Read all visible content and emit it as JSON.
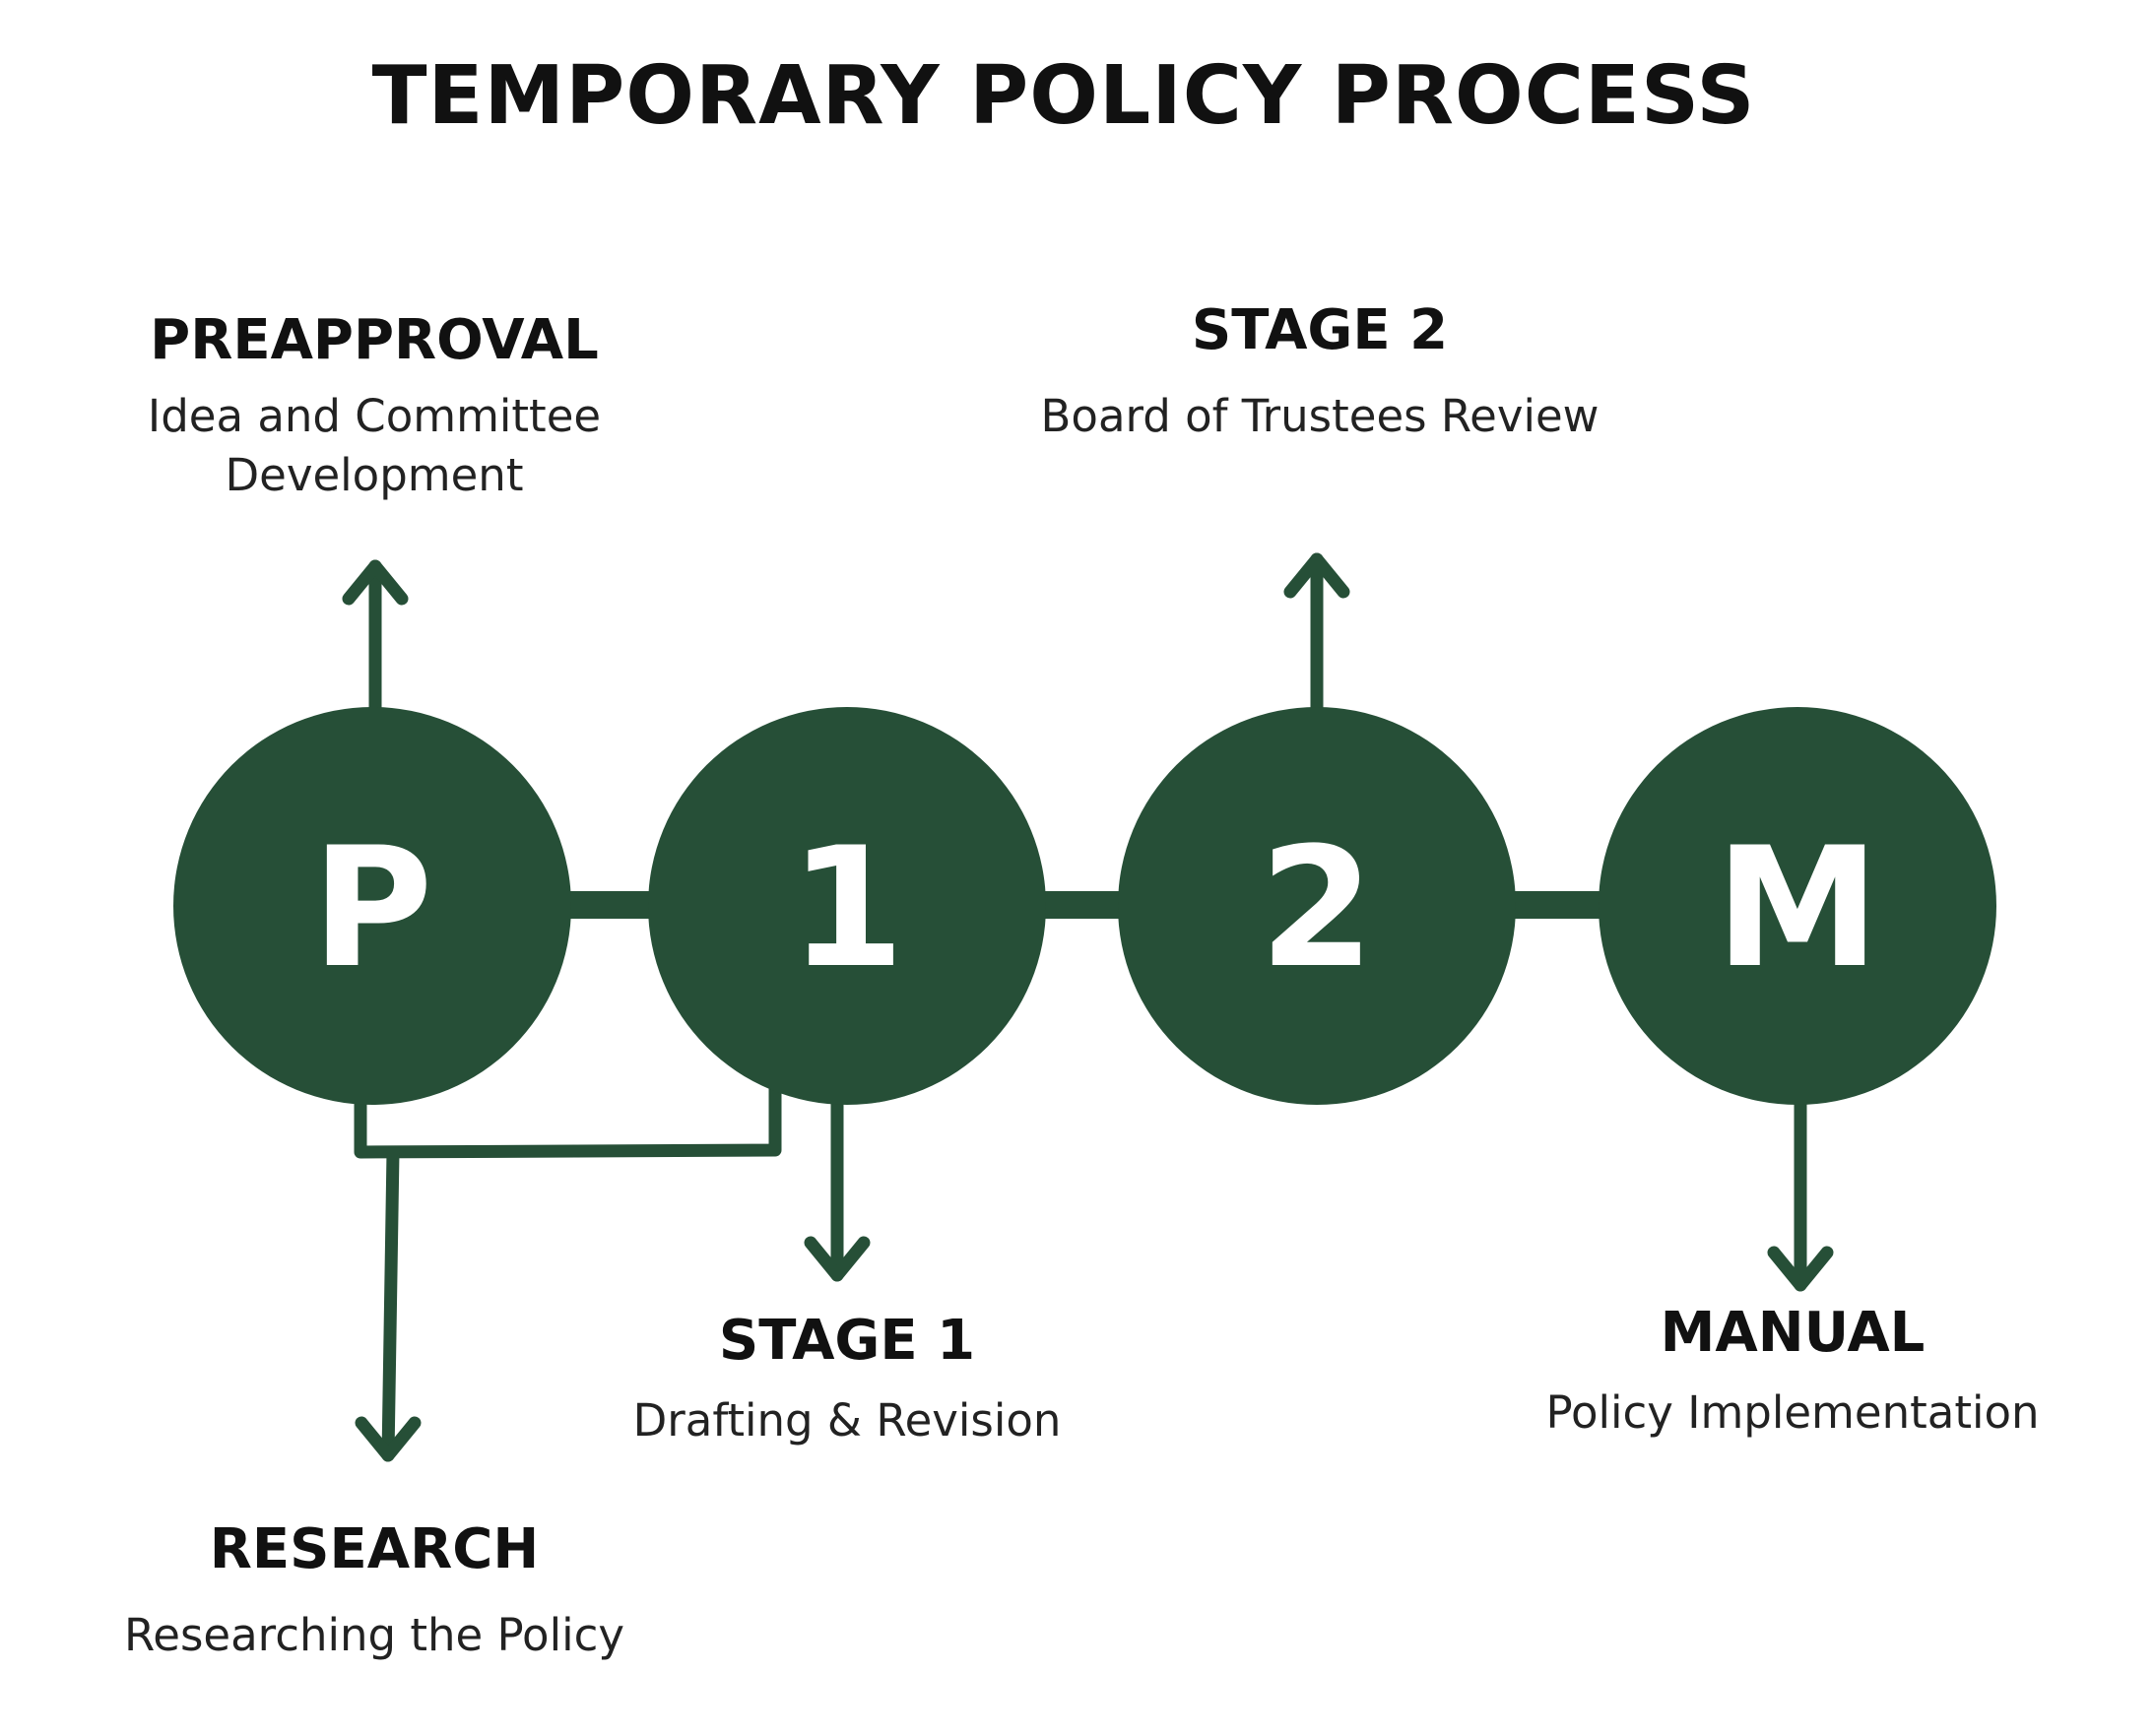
{
  "title": "TEMPORARY POLICY PROCESS",
  "colors": {
    "node_fill": "#264f37",
    "node_text": "#ffffff",
    "connector": "#264f37",
    "text": "#111111"
  },
  "nodes": [
    {
      "letter": "P"
    },
    {
      "letter": "1"
    },
    {
      "letter": "2"
    },
    {
      "letter": "M"
    }
  ],
  "labels": {
    "preapproval": {
      "heading": "PREAPPROVAL",
      "line1": "Idea and Committee",
      "line2": "Development"
    },
    "stage2": {
      "heading": "STAGE 2",
      "line1": "Board of Trustees Review"
    },
    "stage1": {
      "heading": "STAGE 1",
      "line1": "Drafting & Revision"
    },
    "manual": {
      "heading": "MANUAL",
      "line1": "Policy Implementation"
    },
    "research": {
      "heading": "RESEARCH",
      "line1": "Researching the Policy"
    }
  }
}
